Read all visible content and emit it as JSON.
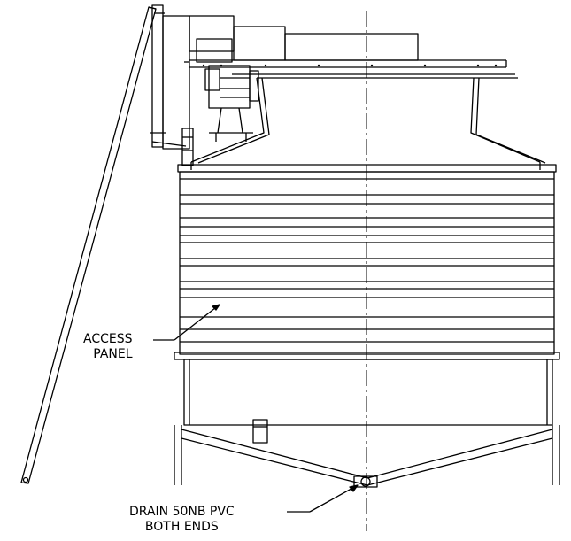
{
  "title": "",
  "labels": {
    "access_panel_line1": "ACCESS",
    "access_panel_line2": "PANEL",
    "drain_line1": "DRAIN 50NB PVC",
    "drain_line2": "BOTH ENDS"
  },
  "colors": {
    "line": "#000000",
    "background": "#ffffff",
    "centerline": "#000000"
  }
}
